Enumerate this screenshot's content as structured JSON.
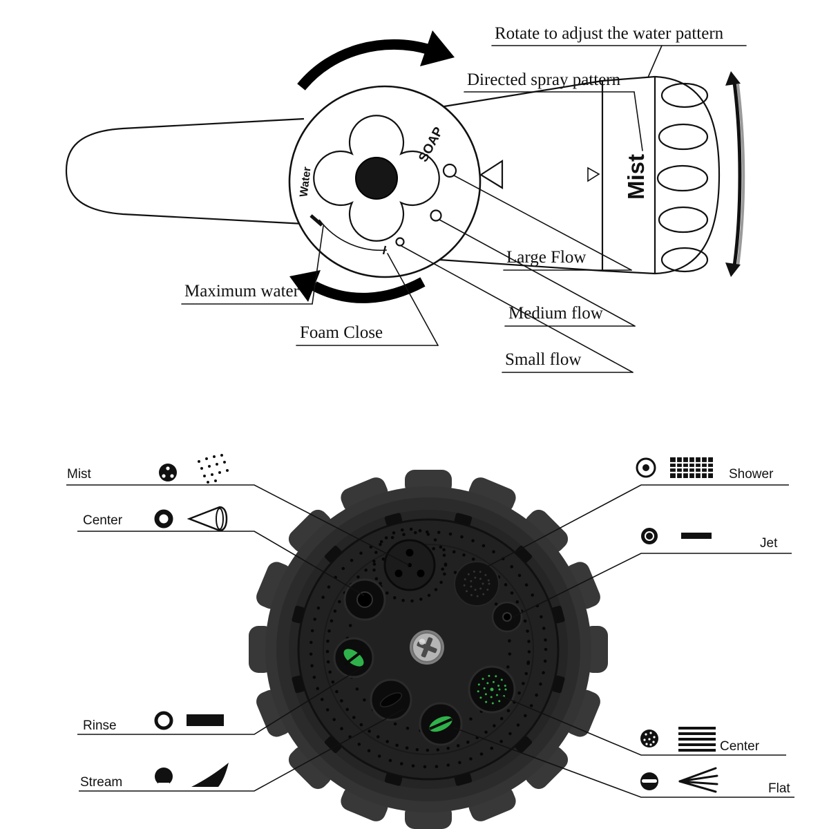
{
  "page": {
    "background": "#ffffff"
  },
  "colors": {
    "ink": "#111111",
    "green": "#2fb24a",
    "metal": "#b5b5b5",
    "body": "#333333"
  },
  "top_diagram": {
    "callouts": {
      "rotate": "Rotate to adjust the water pattern",
      "directed": "Directed spray pattern",
      "large_flow": "Large Flow",
      "medium_flow": "Medium flow",
      "small_flow": "Small flow",
      "maximum_water": "Maximum water",
      "foam_close": "Foam Close"
    },
    "dial": {
      "soap": "SOAP",
      "water": "Water"
    },
    "nozzle": {
      "mist": "Mist"
    }
  },
  "bottom_diagram": {
    "left": [
      {
        "label": "Mist",
        "icons": [
          "dotted-circle-icon",
          "mist-spray-icon"
        ]
      },
      {
        "label": "Center",
        "icons": [
          "bold-ring-icon",
          "cone-spray-icon"
        ]
      },
      {
        "label": "Rinse",
        "icons": [
          "thin-ring-icon",
          "solid-bar-icon"
        ]
      },
      {
        "label": "Stream",
        "icons": [
          "notched-circle-icon",
          "stream-wedge-icon"
        ]
      }
    ],
    "right": [
      {
        "label": "Shower",
        "icons": [
          "dot-ring-icon",
          "grid-icon"
        ]
      },
      {
        "label": "Jet",
        "icons": [
          "ringed-dot-icon",
          "dash-icon"
        ]
      },
      {
        "label": "Center",
        "icons": [
          "speckled-circle-icon",
          "hatch-lines-icon"
        ]
      },
      {
        "label": "Flat",
        "icons": [
          "slit-circle-icon",
          "fan-lines-icon"
        ]
      }
    ]
  }
}
